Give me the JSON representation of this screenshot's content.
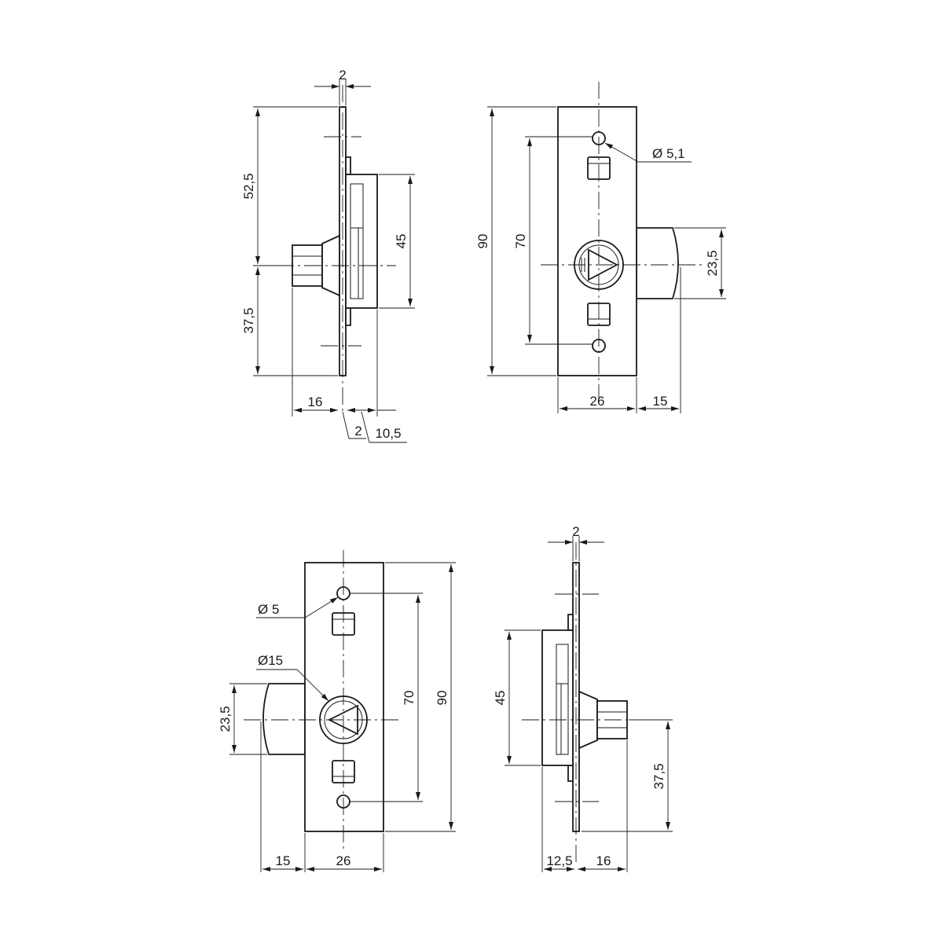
{
  "views": {
    "top_left": {
      "dims": {
        "thickness": "2",
        "upper": "52,5",
        "lower": "37,5",
        "body_height": "45",
        "bolt": "16",
        "plate": "2",
        "depth": "10,5"
      }
    },
    "top_right": {
      "dims": {
        "hole": "Ø 5,1",
        "height": "90",
        "hole_spacing": "70",
        "bolt_height": "23,5",
        "width": "26",
        "bolt_proj": "15"
      }
    },
    "bottom_left": {
      "dims": {
        "hole": "Ø 5",
        "cylinder": "Ø15",
        "bolt_height": "23,5",
        "hole_spacing": "70",
        "height": "90",
        "bolt_proj": "15",
        "width": "26"
      }
    },
    "bottom_right": {
      "dims": {
        "thickness": "2",
        "body_height": "45",
        "lower": "37,5",
        "depth": "12,5",
        "bolt": "16"
      }
    }
  }
}
